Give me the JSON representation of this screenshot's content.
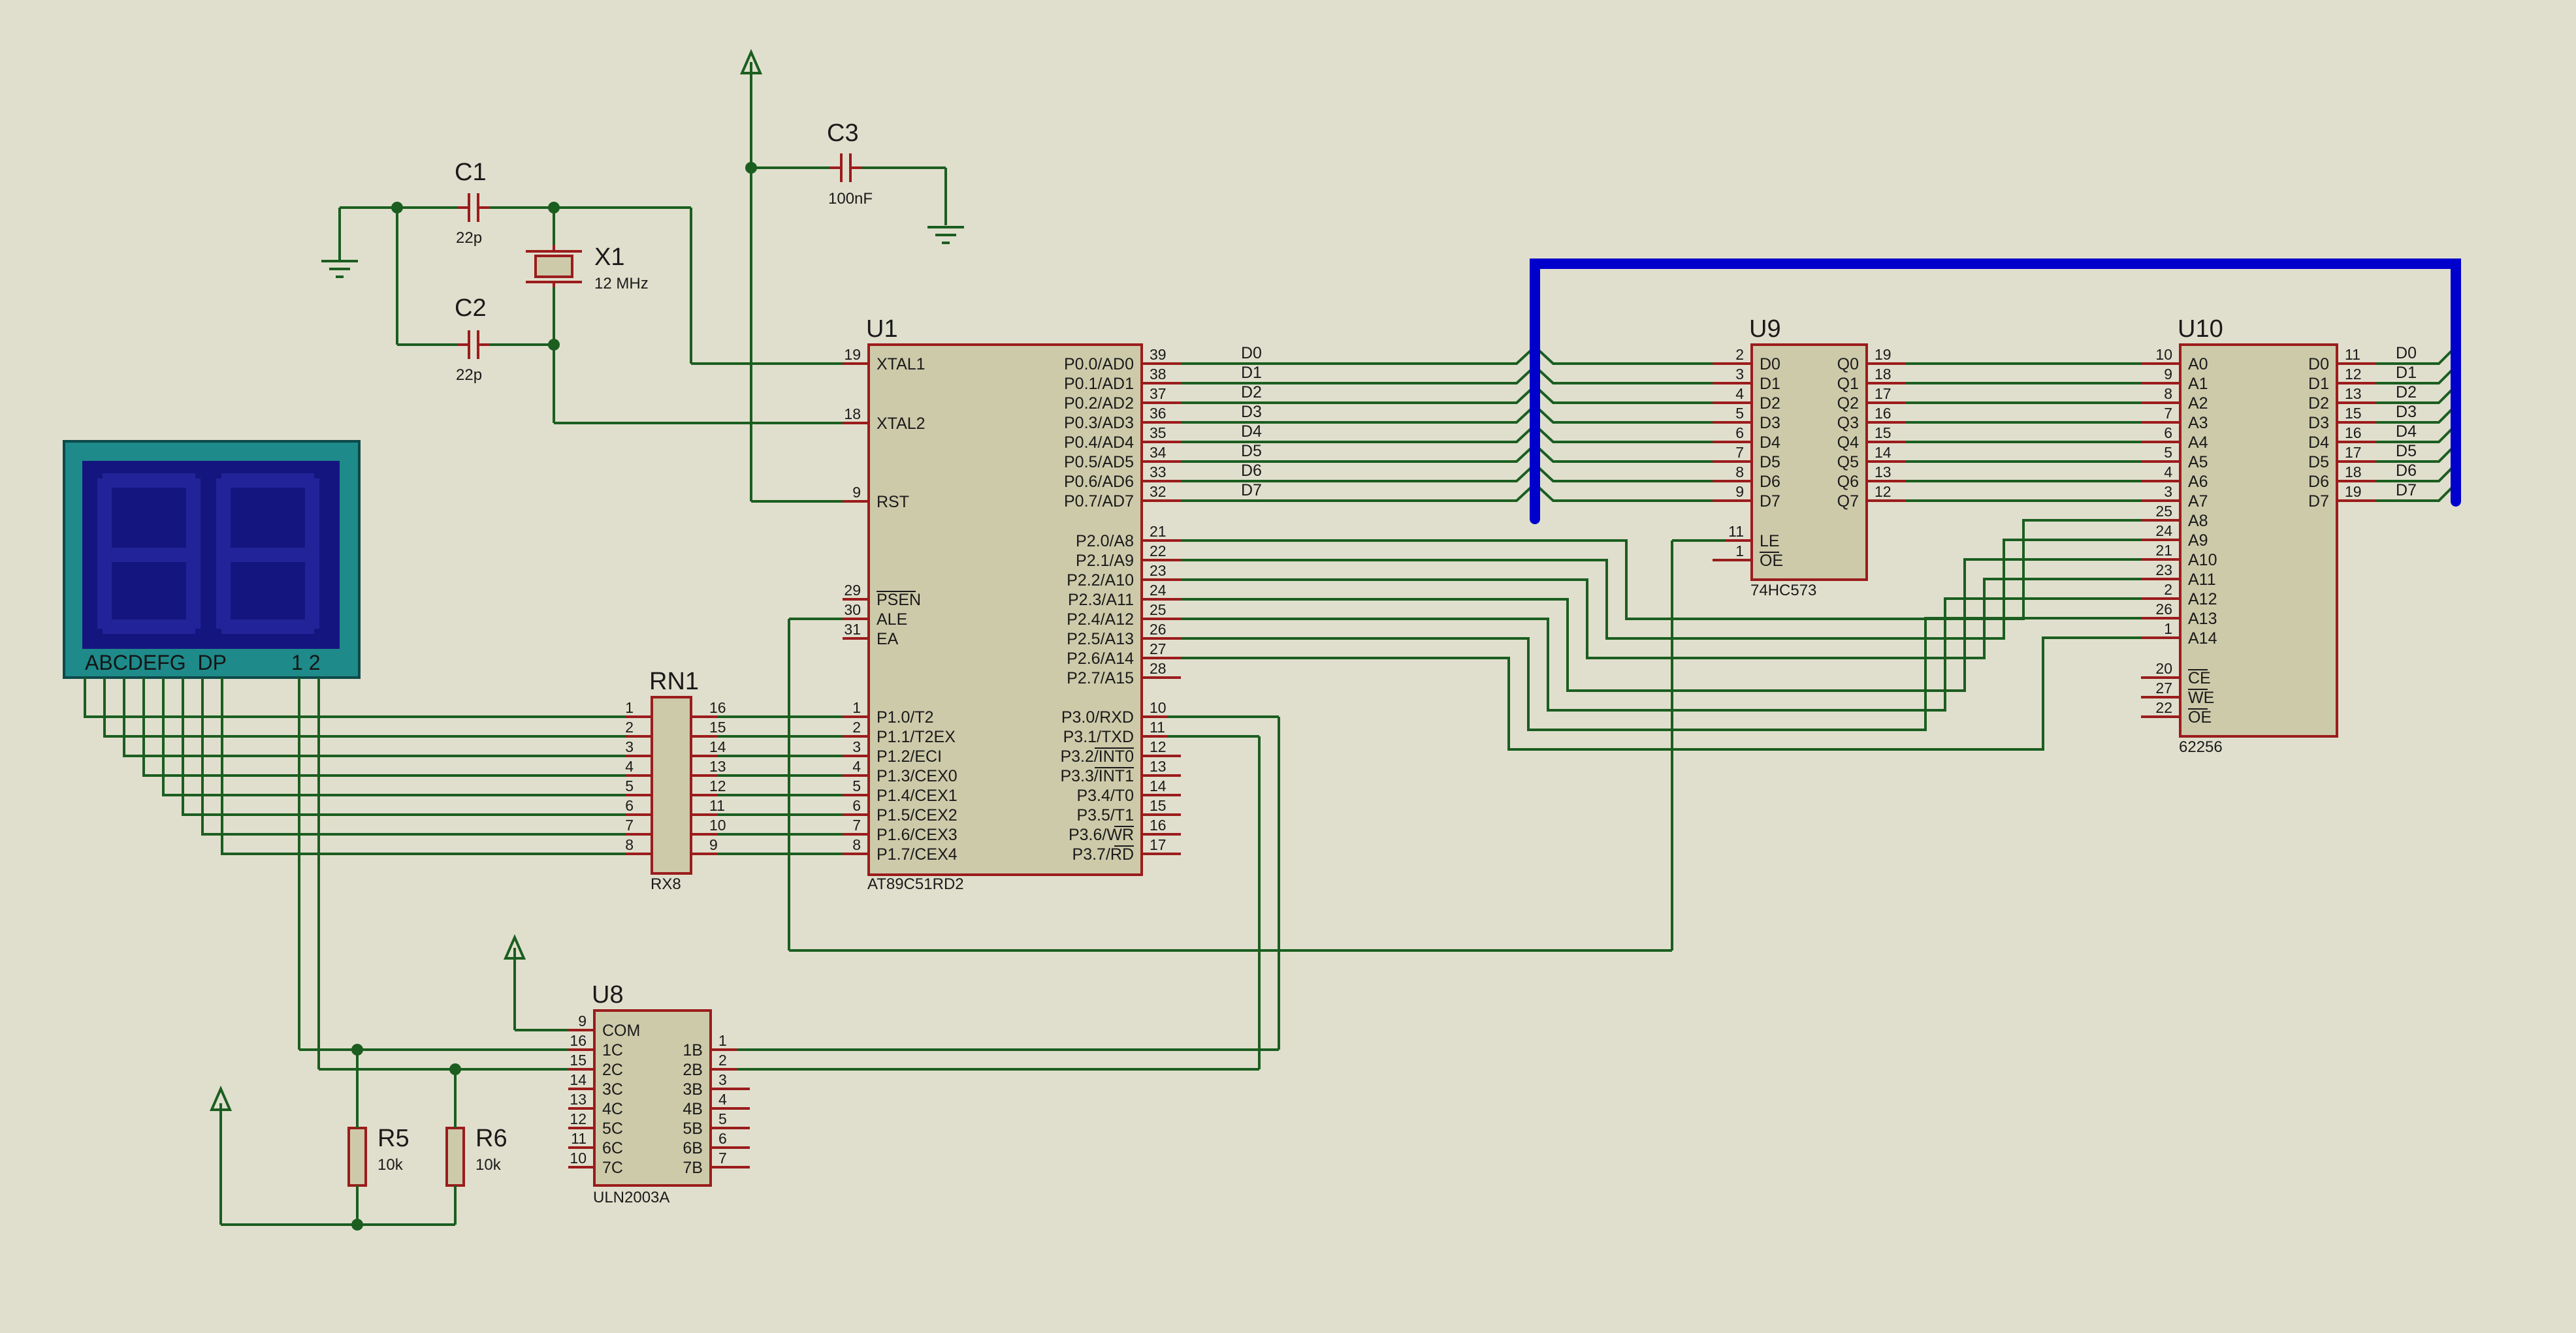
{
  "components": {
    "c1": {
      "ref": "C1",
      "value": "22p"
    },
    "c2": {
      "ref": "C2",
      "value": "22p"
    },
    "c3": {
      "ref": "C3",
      "value": "100nF"
    },
    "x1": {
      "ref": "X1",
      "value": "12 MHz"
    },
    "u1": {
      "ref": "U1",
      "part": "AT89C51RD2",
      "left_pins": [
        {
          "n": "19",
          "name": "XTAL1"
        },
        {
          "n": "18",
          "name": "XTAL2"
        },
        {
          "n": "9",
          "name": "RST"
        },
        {
          "n": "29",
          "name": "PSEN"
        },
        {
          "n": "30",
          "name": "ALE"
        },
        {
          "n": "31",
          "name": "EA"
        },
        {
          "n": "1",
          "name": "P1.0/T2"
        },
        {
          "n": "2",
          "name": "P1.1/T2EX"
        },
        {
          "n": "3",
          "name": "P1.2/ECI"
        },
        {
          "n": "4",
          "name": "P1.3/CEX0"
        },
        {
          "n": "5",
          "name": "P1.4/CEX1"
        },
        {
          "n": "6",
          "name": "P1.5/CEX2"
        },
        {
          "n": "7",
          "name": "P1.6/CEX3"
        },
        {
          "n": "8",
          "name": "P1.7/CEX4"
        }
      ],
      "right_pins": [
        {
          "n": "39",
          "name": "P0.0/AD0"
        },
        {
          "n": "38",
          "name": "P0.1/AD1"
        },
        {
          "n": "37",
          "name": "P0.2/AD2"
        },
        {
          "n": "36",
          "name": "P0.3/AD3"
        },
        {
          "n": "35",
          "name": "P0.4/AD4"
        },
        {
          "n": "34",
          "name": "P0.5/AD5"
        },
        {
          "n": "33",
          "name": "P0.6/AD6"
        },
        {
          "n": "32",
          "name": "P0.7/AD7"
        },
        {
          "n": "21",
          "name": "P2.0/A8"
        },
        {
          "n": "22",
          "name": "P2.1/A9"
        },
        {
          "n": "23",
          "name": "P2.2/A10"
        },
        {
          "n": "24",
          "name": "P2.3/A11"
        },
        {
          "n": "25",
          "name": "P2.4/A12"
        },
        {
          "n": "26",
          "name": "P2.5/A13"
        },
        {
          "n": "27",
          "name": "P2.6/A14"
        },
        {
          "n": "28",
          "name": "P2.7/A15"
        },
        {
          "n": "10",
          "name": "P3.0/RXD"
        },
        {
          "n": "11",
          "name": "P3.1/TXD"
        },
        {
          "n": "12",
          "name": "P3.2/INT0"
        },
        {
          "n": "13",
          "name": "P3.3/INT1"
        },
        {
          "n": "14",
          "name": "P3.4/T0"
        },
        {
          "n": "15",
          "name": "P3.5/T1"
        },
        {
          "n": "16",
          "name": "P3.6/WR"
        },
        {
          "n": "17",
          "name": "P3.7/RD"
        }
      ]
    },
    "u9": {
      "ref": "U9",
      "part": "74HC573",
      "left_pins": [
        {
          "n": "2",
          "name": "D0"
        },
        {
          "n": "3",
          "name": "D1"
        },
        {
          "n": "4",
          "name": "D2"
        },
        {
          "n": "5",
          "name": "D3"
        },
        {
          "n": "6",
          "name": "D4"
        },
        {
          "n": "7",
          "name": "D5"
        },
        {
          "n": "8",
          "name": "D6"
        },
        {
          "n": "9",
          "name": "D7"
        },
        {
          "n": "11",
          "name": "LE"
        },
        {
          "n": "1",
          "name": "OE"
        }
      ],
      "right_pins": [
        {
          "n": "19",
          "name": "Q0"
        },
        {
          "n": "18",
          "name": "Q1"
        },
        {
          "n": "17",
          "name": "Q2"
        },
        {
          "n": "16",
          "name": "Q3"
        },
        {
          "n": "15",
          "name": "Q4"
        },
        {
          "n": "14",
          "name": "Q5"
        },
        {
          "n": "13",
          "name": "Q6"
        },
        {
          "n": "12",
          "name": "Q7"
        }
      ]
    },
    "u10": {
      "ref": "U10",
      "part": "62256",
      "left_pins": [
        {
          "n": "10",
          "name": "A0"
        },
        {
          "n": "9",
          "name": "A1"
        },
        {
          "n": "8",
          "name": "A2"
        },
        {
          "n": "7",
          "name": "A3"
        },
        {
          "n": "6",
          "name": "A4"
        },
        {
          "n": "5",
          "name": "A5"
        },
        {
          "n": "4",
          "name": "A6"
        },
        {
          "n": "3",
          "name": "A7"
        },
        {
          "n": "25",
          "name": "A8"
        },
        {
          "n": "24",
          "name": "A9"
        },
        {
          "n": "21",
          "name": "A10"
        },
        {
          "n": "23",
          "name": "A11"
        },
        {
          "n": "2",
          "name": "A12"
        },
        {
          "n": "26",
          "name": "A13"
        },
        {
          "n": "1",
          "name": "A14"
        },
        {
          "n": "20",
          "name": "CE"
        },
        {
          "n": "27",
          "name": "WE"
        },
        {
          "n": "22",
          "name": "OE"
        }
      ],
      "right_pins": [
        {
          "n": "11",
          "name": "D0"
        },
        {
          "n": "12",
          "name": "D1"
        },
        {
          "n": "13",
          "name": "D2"
        },
        {
          "n": "15",
          "name": "D3"
        },
        {
          "n": "16",
          "name": "D4"
        },
        {
          "n": "17",
          "name": "D5"
        },
        {
          "n": "18",
          "name": "D6"
        },
        {
          "n": "19",
          "name": "D7"
        }
      ]
    },
    "u8": {
      "ref": "U8",
      "part": "ULN2003A",
      "left_pins": [
        {
          "n": "9",
          "name": "COM"
        },
        {
          "n": "16",
          "name": "1C"
        },
        {
          "n": "15",
          "name": "2C"
        },
        {
          "n": "14",
          "name": "3C"
        },
        {
          "n": "13",
          "name": "4C"
        },
        {
          "n": "12",
          "name": "5C"
        },
        {
          "n": "11",
          "name": "6C"
        },
        {
          "n": "10",
          "name": "7C"
        }
      ],
      "right_pins": [
        {
          "n": "1",
          "name": "1B"
        },
        {
          "n": "2",
          "name": "2B"
        },
        {
          "n": "3",
          "name": "3B"
        },
        {
          "n": "4",
          "name": "4B"
        },
        {
          "n": "5",
          "name": "5B"
        },
        {
          "n": "6",
          "name": "6B"
        },
        {
          "n": "7",
          "name": "7B"
        }
      ]
    },
    "rn1": {
      "ref": "RN1",
      "part": "RX8",
      "left_nums": [
        "1",
        "2",
        "3",
        "4",
        "5",
        "6",
        "7",
        "8"
      ],
      "right_nums": [
        "16",
        "15",
        "14",
        "13",
        "12",
        "11",
        "10",
        "9"
      ]
    },
    "r5": {
      "ref": "R5",
      "value": "10k"
    },
    "r6": {
      "ref": "R6",
      "value": "10k"
    },
    "lcd": {
      "segments_label": "ABCDEFG  DP",
      "digits_label": "1 2"
    }
  },
  "bus_labels": {
    "u1": [
      "D0",
      "D1",
      "D2",
      "D3",
      "D4",
      "D5",
      "D6",
      "D7"
    ],
    "u10": [
      "D0",
      "D1",
      "D2",
      "D3",
      "D4",
      "D5",
      "D6",
      "D7"
    ]
  },
  "colors": {
    "background": "#e0dfcd",
    "wire": "#1b5e20",
    "pin": "#9b1c1c",
    "body": "#cdcaaa",
    "bus": "#0000cc",
    "lcd_frame": "#1e8a8a",
    "lcd_screen": "#151580"
  }
}
